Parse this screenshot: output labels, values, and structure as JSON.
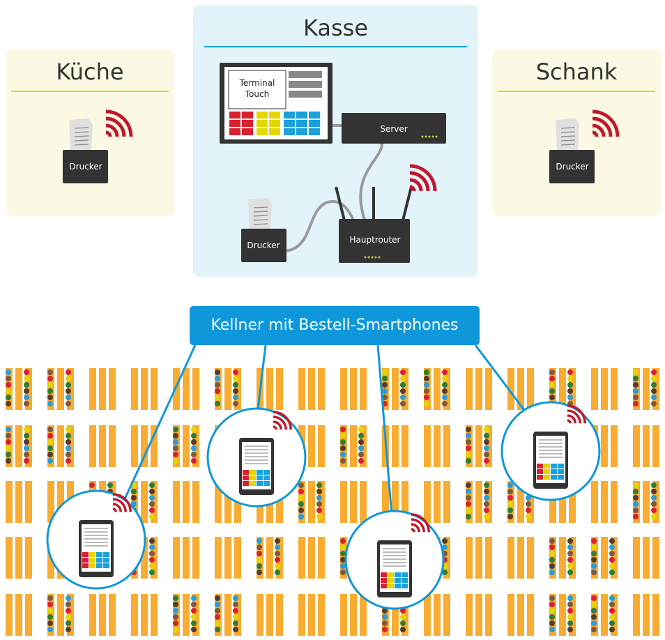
{
  "sections": {
    "kueche": {
      "title": "Küche",
      "printer_label": "Drucker"
    },
    "kasse": {
      "title": "Kasse",
      "terminal_label_line1": "Terminal",
      "terminal_label_line2": "Touch",
      "server_label": "Server",
      "router_label": "Hauptrouter",
      "printer_label": "Drucker"
    },
    "schank": {
      "title": "Schank",
      "printer_label": "Drucker"
    }
  },
  "waiters": {
    "label": "Kellner mit Bestell-Smartphones"
  },
  "colors": {
    "panel_yellow": "#fbf9e4",
    "panel_blue": "#e2f3fa",
    "accent_blue": "#0e98db",
    "wifi_red": "#c0182b",
    "table_orange": "#f8ac32",
    "device_dark": "#333333"
  },
  "icons": [
    "printer-icon",
    "wifi-icon",
    "terminal-icon",
    "server-icon",
    "router-icon",
    "smartphone-icon",
    "table-icon"
  ]
}
